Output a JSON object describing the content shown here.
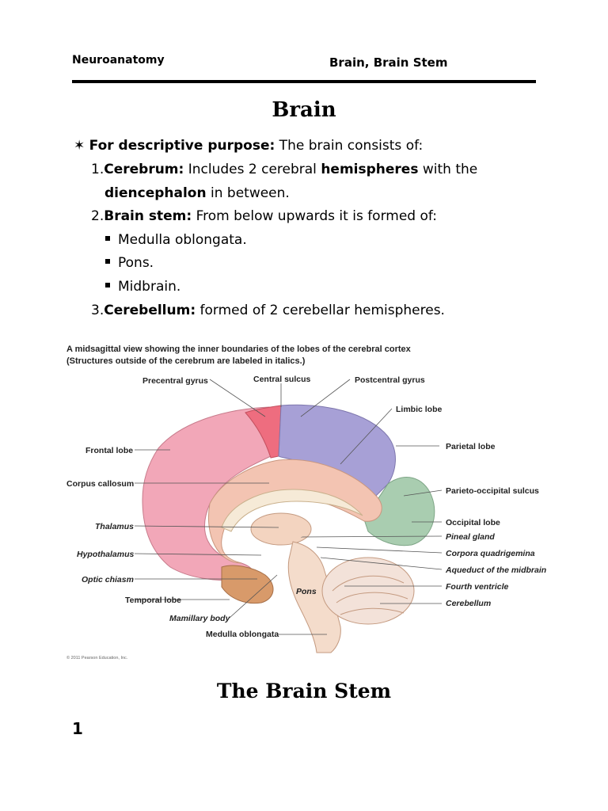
{
  "header": {
    "left": "Neuroanatomy",
    "right": "Brain, Brain Stem"
  },
  "title": "Brain",
  "intro": {
    "bullet": "✶",
    "lead": "For descriptive purpose:",
    "rest": " The brain consists of:"
  },
  "items": [
    {
      "num": "1.",
      "bold": "Cerebrum:",
      "t1": " Includes 2 cerebral ",
      "b2": "hemispheres",
      "t2": " with the",
      "line2bold": "diencephalon",
      "line2rest": " in between."
    },
    {
      "num": "2.",
      "bold": "Brain stem:",
      "t1": " From below upwards it is formed of:"
    },
    {
      "num": "3.",
      "bold": "Cerebellum:",
      "t1": " formed of 2 cerebellar hemispheres."
    }
  ],
  "subitems": [
    "Medulla oblongata.",
    "Pons.",
    "Midbrain."
  ],
  "figure": {
    "caption1": "A midsagittal view showing the inner boundaries of the lobes of the cerebral cortex",
    "caption2": "(Structures outside of the cerebrum are labeled in italics.)",
    "labels": {
      "precentral_gyrus": "Precentral gyrus",
      "central_sulcus": "Central sulcus",
      "postcentral_gyrus": "Postcentral gyrus",
      "limbic_lobe": "Limbic lobe",
      "frontal_lobe": "Frontal lobe",
      "parietal_lobe": "Parietal lobe",
      "corpus_callosum": "Corpus callosum",
      "parieto_occipital_sulcus": "Parieto-occipital sulcus",
      "thalamus": "Thalamus",
      "occipital_lobe": "Occipital lobe",
      "pineal_gland": "Pineal gland",
      "hypothalamus": "Hypothalamus",
      "corpora_quadrigemina": "Corpora quadrigemina",
      "optic_chiasm": "Optic chiasm",
      "aqueduct": "Aqueduct of the midbrain",
      "fourth_ventricle": "Fourth ventricle",
      "temporal_lobe": "Temporal lobe",
      "pons": "Pons",
      "cerebellum": "Cerebellum",
      "mamillary_body": "Mamillary body",
      "medulla": "Medulla oblongata"
    },
    "copyright": "© 2011 Pearson Education, Inc."
  },
  "section_title": "The Brain Stem",
  "page_number": "1"
}
